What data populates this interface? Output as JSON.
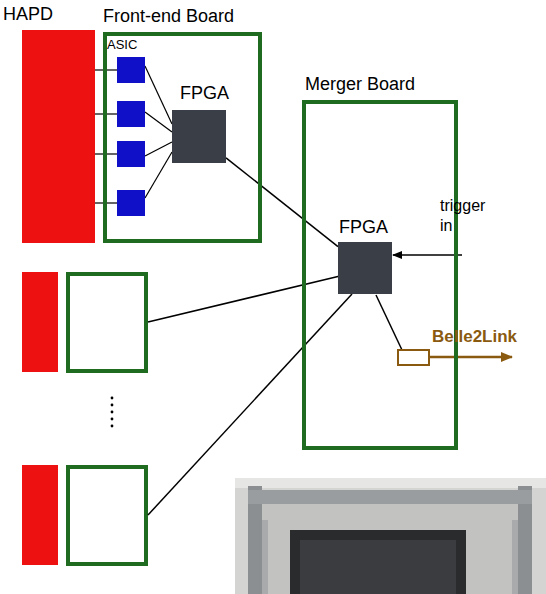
{
  "diagram": {
    "nodes": [
      {
        "text": [
          "HAPD"
        ]
      },
      {
        "text": [
          "Front-end Board"
        ]
      },
      {
        "text": [
          "FPGA"
        ],
        "in": 1
      },
      {
        "text": [
          "Merger Board"
        ]
      },
      {
        "text": [
          "FPGA"
        ],
        "in": 3
      }
    ],
    "edges": [
      {
        "from": 2,
        "to": 4,
        "arrow": "none"
      }
    ],
    "labels": [
      "ASIC",
      "trigger in",
      "Belle2Link"
    ]
  }
}
